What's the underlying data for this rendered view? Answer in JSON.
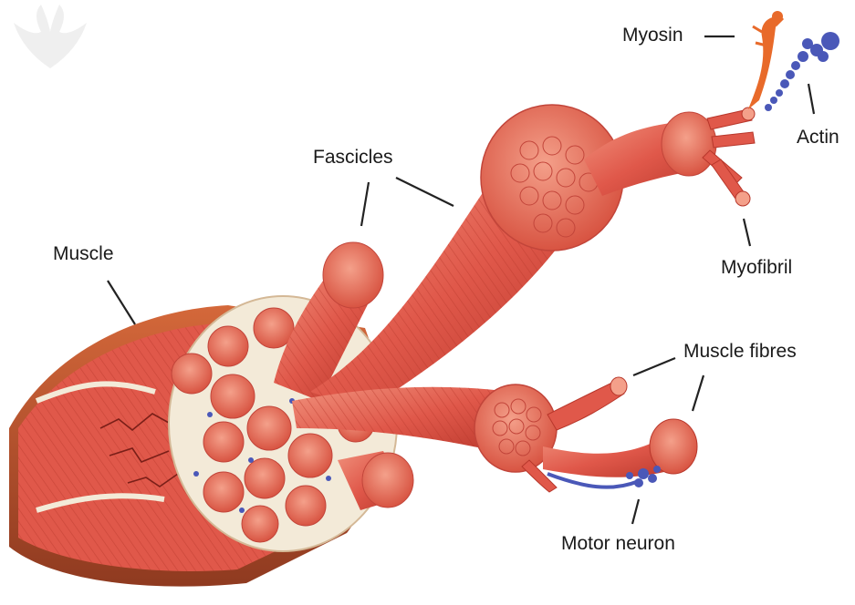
{
  "labels": {
    "myosin": "Myosin",
    "actin": "Actin",
    "fascicles": "Fascicles",
    "muscle": "Muscle",
    "myofibril": "Myofibril",
    "muscle_fibres": "Muscle fibres",
    "motor_neuron": "Motor neuron"
  },
  "colors": {
    "muscle_red": "#e0584a",
    "muscle_light": "#f08a76",
    "muscle_dark": "#b8372b",
    "epimysium": "#f3ead8",
    "actin_blue": "#4a58b8",
    "myosin_orange": "#e86a2a",
    "leader_line": "#222222"
  }
}
